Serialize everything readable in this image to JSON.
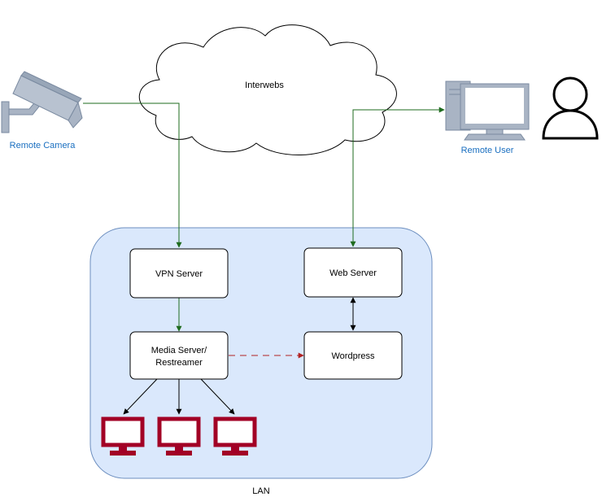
{
  "nodes": {
    "cloud": {
      "label": "Interwebs"
    },
    "remote_camera": {
      "label": "Remote Camera"
    },
    "remote_user": {
      "label": "Remote User"
    },
    "lan": {
      "label": "LAN"
    },
    "vpn_server": {
      "label": "VPN Server"
    },
    "web_server": {
      "label": "Web Server"
    },
    "media_server": {
      "label_line1": "Media Server/",
      "label_line2": "Restreamer"
    },
    "wordpress": {
      "label": "Wordpress"
    }
  },
  "edges": [
    {
      "from": "remote_camera",
      "to": "vpn_server",
      "style": "solid",
      "color": "#1e6b1e"
    },
    {
      "from": "remote_user",
      "to": "web_server",
      "style": "solid",
      "color": "#1e6b1e",
      "bidirectional": true
    },
    {
      "from": "vpn_server",
      "to": "media_server",
      "style": "solid",
      "color": "#1e6b1e"
    },
    {
      "from": "web_server",
      "to": "wordpress",
      "style": "solid",
      "color": "#000000",
      "bidirectional": true
    },
    {
      "from": "media_server",
      "to": "wordpress",
      "style": "dashed",
      "color": "#b22222"
    },
    {
      "from": "media_server",
      "to": "monitor_1",
      "style": "solid",
      "color": "#000000"
    },
    {
      "from": "media_server",
      "to": "monitor_2",
      "style": "solid",
      "color": "#000000"
    },
    {
      "from": "media_server",
      "to": "monitor_3",
      "style": "solid",
      "color": "#000000"
    }
  ],
  "colors": {
    "lan_fill": "#dae8fc",
    "lan_stroke": "#6c8ebf",
    "green_edge": "#1e6b1e",
    "red_dashed": "#b22222",
    "monitor": "#a20025",
    "device_gray": "#a9b4c4",
    "label_blue": "#1a6fc0"
  },
  "icons": [
    "cctv-camera-icon",
    "desktop-computer-icon",
    "user-icon",
    "monitor-icon"
  ]
}
